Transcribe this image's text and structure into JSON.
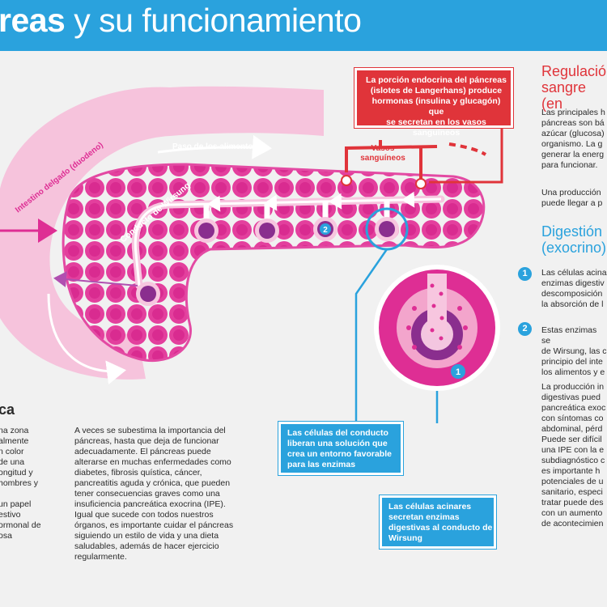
{
  "header": {
    "title_bold": "reas",
    "title_rest": " y su funcionamiento"
  },
  "diagram": {
    "intestine_label": "Intestino delgado (duodeno)",
    "food_label": "Paso de los alimentos",
    "duct_label": "Conducto de Wirsung",
    "vessels_label_1": "Vasos",
    "vessels_label_2": "sanguíneos",
    "marker_2": "2",
    "marker_1": "1"
  },
  "callouts": {
    "endocrine": [
      "La porción endocrina del páncreas",
      "(islotes de Langerhans) produce",
      "hormonas (insulina y glucagón) que",
      "se secretan en los vasos sanguíneos"
    ],
    "duct_cells": [
      "Las células del conducto",
      "liberan una solución que",
      "crea un entorno favorable",
      "para las enzimas"
    ],
    "acinar_cells": [
      "Las células acinares",
      "secretan enzimas",
      "digestivas al conducto de",
      "Wirsung"
    ]
  },
  "left_section": {
    "heading": "ca",
    "lines": [
      "na zona",
      "almente",
      "n color",
      "de una",
      "ongitud y",
      "hombres y",
      "",
      "un papel",
      "estivo",
      "ormonal de",
      "osa"
    ]
  },
  "middle_paragraph": [
    "A veces se subestima la importancia del",
    "páncreas, hasta que deja de funcionar",
    "adecuadamente. El páncreas puede",
    "alterarse en muchas enfermedades como",
    "diabetes, fibrosis quística, cáncer,",
    "pancreatitis aguda y crónica, que pueden",
    "tener consecuencias graves como una",
    "insuficiencia pancreática exocrina (IPE).",
    "Igual que sucede con todos nuestros",
    "órganos, es importante cuidar el páncreas",
    "siguiendo un estilo de vida y una dieta",
    "saludables, además de hacer ejercicio",
    "regularmente."
  ],
  "right_section": {
    "regulation_heading": [
      "Regulació",
      "sangre (en"
    ],
    "regulation_lines": [
      "Las principales h",
      "páncreas son bá",
      "azúcar (glucosa)",
      "organismo. La g",
      "generar la energ",
      "para funcionar."
    ],
    "regulation_lines_2": [
      "Una producción",
      "puede llegar a p"
    ],
    "digestion_heading": [
      "Digestión",
      "(exocrino)"
    ],
    "item1_num": "1",
    "item1_lines": [
      "Las células acina",
      "enzimas digestiv",
      "descomposición",
      "la absorción de l"
    ],
    "item2_num": "2",
    "item2_lines": [
      "Estas enzimas se",
      "de Wirsung, las c",
      "principio del inte",
      "los alimentos y e"
    ],
    "final_lines": [
      "La producción in",
      "digestivas pued",
      "pancreática exoc",
      "con síntomas co",
      "abdominal, pérd",
      "Puede ser difícil",
      "una IPE con la e",
      "subdiagnóstico c",
      "es importante h",
      "potenciales de u",
      "sanitario, especi",
      "tratar puede des",
      "con un aumento",
      "de acontecimien"
    ]
  },
  "colors": {
    "header_blue": "#2aa2dd",
    "pancreas_pink": "#de2e94",
    "light_pink": "#f6bcd8",
    "duct_purple": "#8a2e8e",
    "alert_red": "#e0343a",
    "callout_blue": "#2aa2dd"
  }
}
